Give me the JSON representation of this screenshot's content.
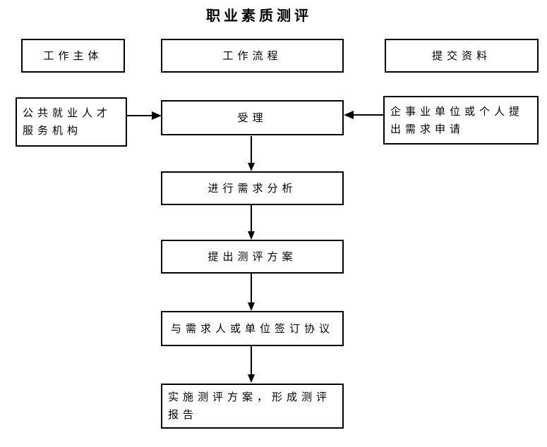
{
  "title": "职业素质测评",
  "headers": {
    "subject": "工作主体",
    "process": "工作流程",
    "materials": "提交资料"
  },
  "nodes": {
    "subject": "公共就业人才服务机构",
    "request": "企事业单位或个人提出需求申请",
    "accept": "受理",
    "analyze": "进行需求分析",
    "propose": "提出测评方案",
    "sign": "与需求人或单位签订协议",
    "implement": "实施测评方案，形成测评报告"
  },
  "colors": {
    "line": "#000000",
    "text": "#000000",
    "background": "#ffffff"
  }
}
